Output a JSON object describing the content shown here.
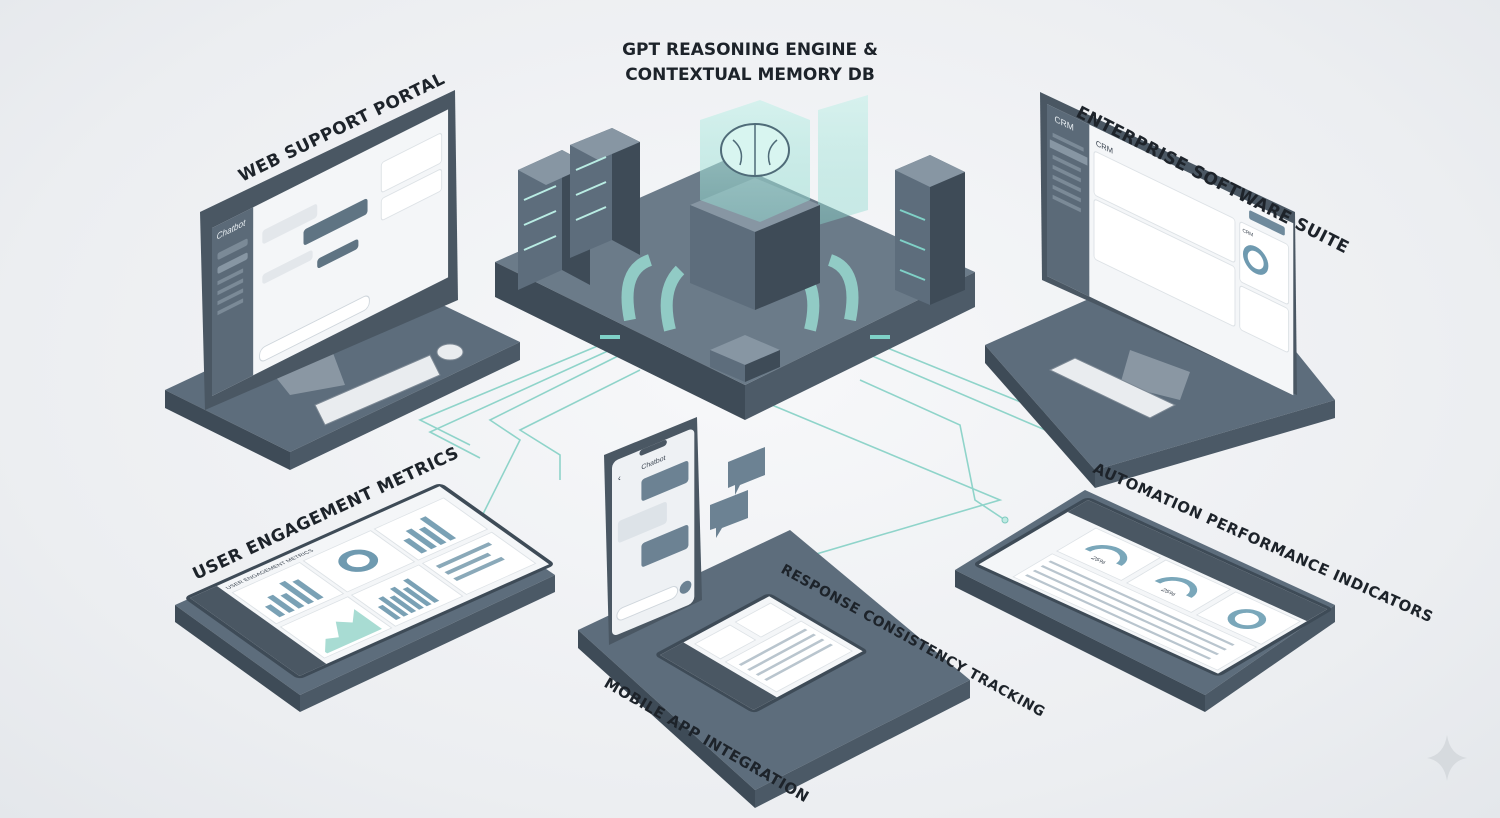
{
  "title": {
    "line1": "GPT REASONING ENGINE &",
    "line2": "CONTEXTUAL MEMORY DB"
  },
  "labels": {
    "web_portal": "WEB SUPPORT PORTAL",
    "enterprise": "ENTERPRISE SOFTWARE SUITE",
    "engagement": "USER ENGAGEMENT METRICS",
    "automation": "AUTOMATION PERFORMANCE INDICATORS",
    "consistency": "RESPONSE CONSISTENCY TRACKING",
    "mobile": "MOBILE APP INTEGRATION"
  },
  "screens": {
    "web_portal": {
      "app_name": "Chatbot"
    },
    "enterprise": {
      "app_name": "CRM",
      "page_title": "CRM",
      "widget_title": "CRM"
    },
    "engagement": {
      "header": "USER ENGAGEMENT METRICS"
    },
    "automation": {
      "gauge1": "25%",
      "gauge2": "25%"
    },
    "mobile": {
      "app_name": "Chatbot"
    }
  },
  "colors": {
    "accent": "#7fd1c7",
    "device": "#5d6d7c",
    "device_dark": "#3e4b57",
    "screen": "#f4f6f8"
  }
}
